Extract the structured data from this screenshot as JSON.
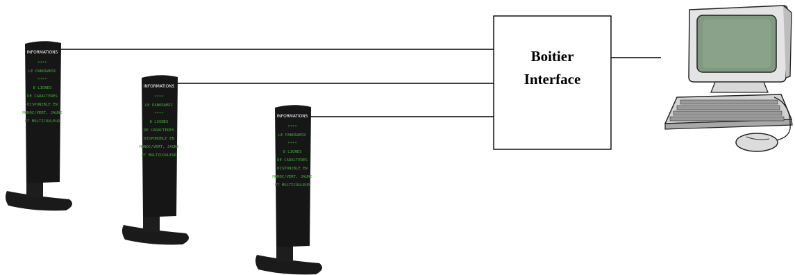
{
  "interface_box": {
    "line1": "Boitier",
    "line2": "Interface"
  },
  "display_panels": [
    {
      "header": "INFORMATIONS",
      "lines": [
        "****",
        "LE PANORAMIC",
        "****",
        "8 LIGNES",
        "DE CARACTERES",
        "DISPONIBLE EN",
        "MONOC/VERT, JAUNE",
        "ET MULTICOULEUR"
      ]
    },
    {
      "header": "INFORMATIONS",
      "lines": [
        "****",
        "LE PANORAMIC",
        "****",
        "8 LIGNES",
        "DE CARACTERES",
        "DISPONIBLE EN",
        "MONOC/VERT, JAUNE",
        "ET MULTICOULEUR"
      ]
    },
    {
      "header": "INFORMATIONS",
      "lines": [
        "****",
        "LE PANORAMIC",
        "****",
        "8 LIGNES",
        "DE CARACTERES",
        "DISPONIBLE EN",
        "MONOC/VERT, JAUNE",
        "ET MULTICOULEUR"
      ]
    }
  ],
  "colors": {
    "panel_body": "#161616",
    "panel_text": "#3fae3a",
    "monitor_screen": "#7f9a80",
    "line": "#000000"
  }
}
